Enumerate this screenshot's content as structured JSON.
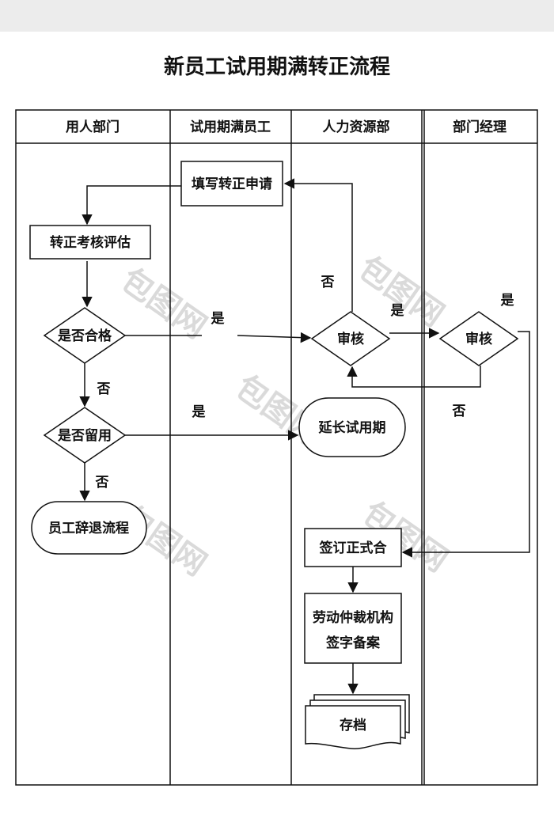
{
  "title": "新员工试用期满转正流程",
  "lanes": [
    "用人部门",
    "试用期满员工",
    "人力资源部",
    "部门经理"
  ],
  "nodes": {
    "fill_application": "填写转正申请",
    "assessment": "转正考核评估",
    "qualified": "是否合格",
    "retain": "是否留用",
    "resign_process": "员工辞退流程",
    "hr_review": "审核",
    "manager_review": "审核",
    "extend_probation": "延长试用期",
    "sign_contract": "签订正式合",
    "arbitration_line1": "劳动仲裁机构",
    "arbitration_line2": "签字备案",
    "archive": "存档"
  },
  "edge_labels": {
    "hr_no": "否",
    "qualified_yes": "是",
    "hr_yes": "是",
    "manager_yes": "是",
    "qualified_no": "否",
    "retain_yes": "是",
    "manager_no": "否",
    "retain_no": "否"
  },
  "watermark": "包图网",
  "colors": {
    "line": "#111111",
    "band": "#ececec",
    "watermark": "#d6d6d6"
  }
}
